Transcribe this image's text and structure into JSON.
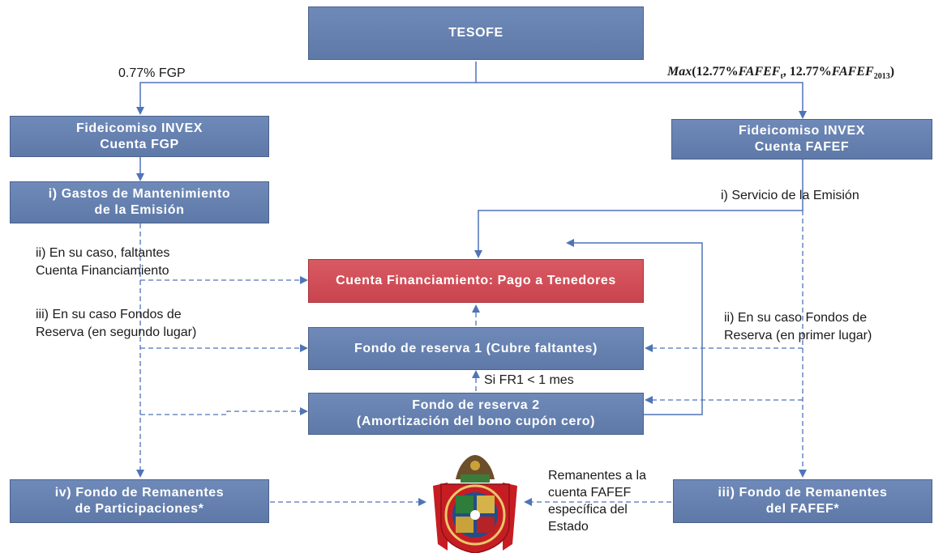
{
  "boxes": {
    "tesofe": "TESOFE",
    "invex_fgp": [
      "Fideicomiso INVEX",
      "Cuenta FGP"
    ],
    "invex_fafef": [
      "Fideicomiso INVEX",
      "Cuenta FAFEF"
    ],
    "gastos": [
      "i) Gastos de Mantenimiento",
      "de la Emisión"
    ],
    "cuenta_financiamiento": "Cuenta Financiamiento: Pago a Tenedores",
    "fondo_reserva_1": "Fondo de reserva 1 (Cubre faltantes)",
    "fondo_reserva_2": [
      "Fondo de reserva 2",
      "(Amortización del bono cupón cero)"
    ],
    "fondo_remanentes_part": [
      "iv) Fondo de Remanentes",
      "de Participaciones*"
    ],
    "fondo_remanentes_fafef": [
      "iii) Fondo de Remanentes",
      "del FAFEF*"
    ]
  },
  "labels": {
    "fgp_pct": "0.77% FGP",
    "formula": {
      "prefix": "Max",
      "part1": "(12.77%",
      "var1": "FAFEF",
      "sub1": "t",
      "sep": ", 12.77%",
      "var2": "FAFEF",
      "sub2": "2013",
      "suffix": ")"
    },
    "servicio": "i) Servicio de la Emisión",
    "faltantes": [
      "ii) En su caso, faltantes",
      "Cuenta Financiamiento"
    ],
    "fondos_segundo": [
      "iii) En su caso Fondos de",
      "Reserva (en segundo lugar)"
    ],
    "fondos_primer": [
      "ii) En su caso Fondos de",
      "Reserva (en primer lugar)"
    ],
    "si_fr1": "Si FR1 < 1 mes",
    "remanentes": [
      "Remanentes a la",
      "cuenta FAFEF",
      "específica del",
      "Estado"
    ]
  },
  "colors": {
    "box_blue": "#6480ae",
    "box_red": "#cf4f58",
    "arrow": "#4f74b8"
  },
  "icons": {
    "seal": "oaxaca-state-seal-icon"
  }
}
